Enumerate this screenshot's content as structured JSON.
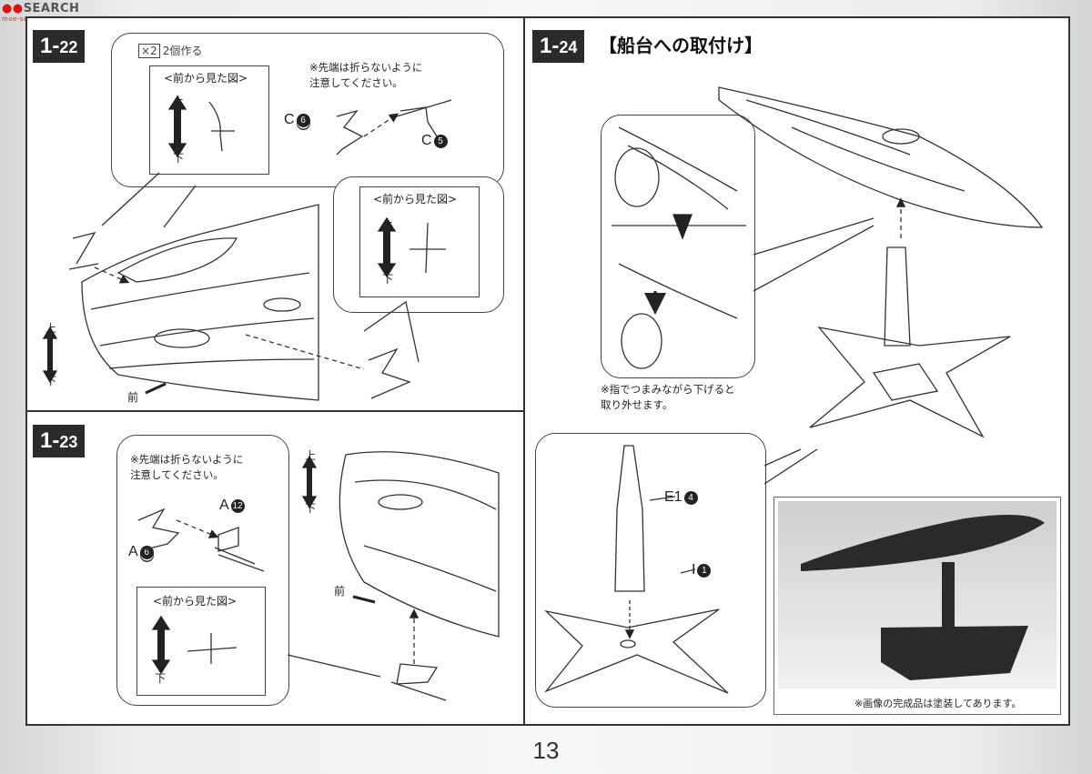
{
  "watermark": {
    "brand": "SEARCH",
    "sub": "moe-search.com"
  },
  "page_number": "13",
  "steps": {
    "s22": {
      "num": "1-",
      "sub": "22"
    },
    "s23": {
      "num": "1-",
      "sub": "23"
    },
    "s24": {
      "num": "1-",
      "sub": "24"
    }
  },
  "step_1_22": {
    "quantity": "2個作る",
    "quantity_mark": "×2",
    "front_view_title": "<前から見た図>",
    "front_view_title_2": "<前から見た図>",
    "up": "上",
    "down": "下",
    "note": "※先端は折らないように\n注意してください。",
    "part_c6": "C",
    "part_c6_num": "6",
    "part_c5": "C",
    "part_c5_num": "5",
    "front": "前"
  },
  "step_1_23": {
    "note": "※先端は折らないように\n注意してください。",
    "part_a12": "A",
    "part_a12_num": "12",
    "part_a6": "A",
    "part_a6_num": "6",
    "front_view_title": "<前から見た図>",
    "up": "上",
    "down": "下",
    "front": "前"
  },
  "step_1_24": {
    "title": "【船台への取付け】",
    "note": "※指でつまみながら下げると\n取り外せます。",
    "part_e1": "E1",
    "part_e1_num": "4",
    "part_i": "I",
    "part_i_num": "1",
    "photo_caption": "※画像の完成品は塗装してあります。"
  }
}
